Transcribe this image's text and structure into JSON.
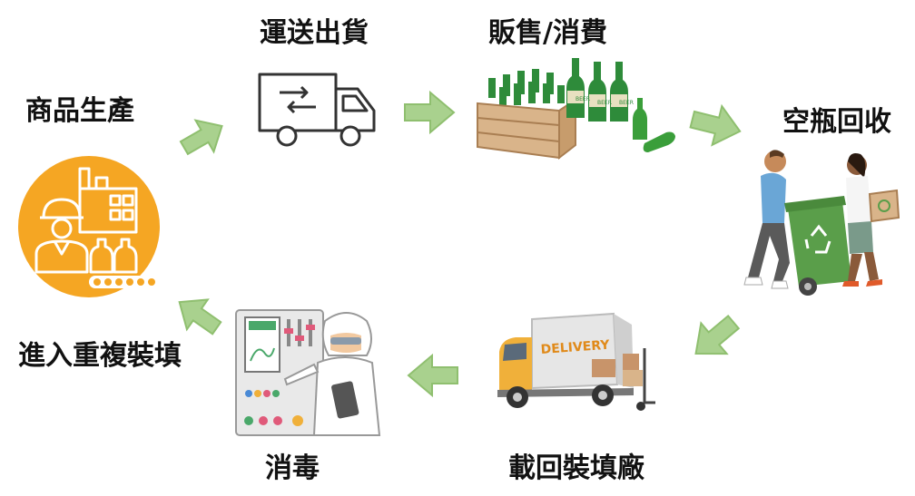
{
  "steps": [
    {
      "id": "production",
      "label": "商品生產"
    },
    {
      "id": "shipping",
      "label": "運送出貨"
    },
    {
      "id": "sales",
      "label": "販售/消費"
    },
    {
      "id": "collection",
      "label": "空瓶回收"
    },
    {
      "id": "return",
      "label": "載回裝填廠"
    },
    {
      "id": "disinfect",
      "label": "消毒"
    },
    {
      "id": "refill",
      "label": "進入重複裝填"
    }
  ],
  "icons": {
    "truck_text": "DELIVERY",
    "bottle_text": "BEER"
  },
  "colors": {
    "arrow_fill": "#a9d18e",
    "arrow_stroke": "#8fbf6f",
    "factory_circle": "#f5a623",
    "bin_green": "#5a9e4a",
    "bottle_green": "#2e8b3a",
    "crate": "#d9b48a",
    "delivery_truck": "#f0b03a"
  }
}
